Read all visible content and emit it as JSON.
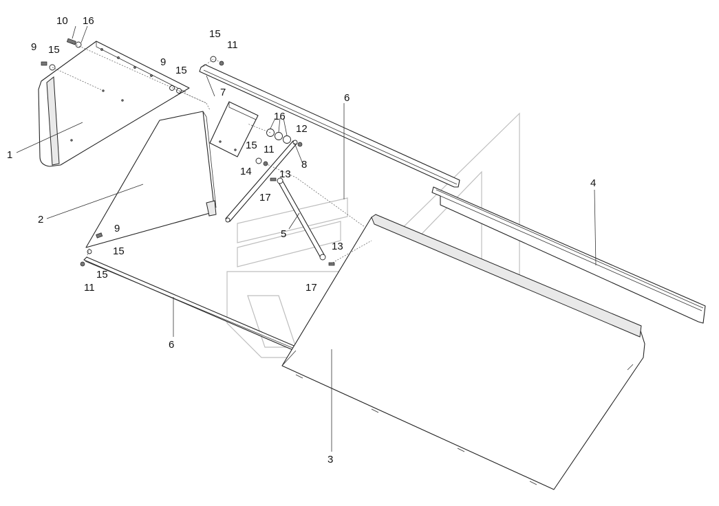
{
  "diagram": {
    "callouts": [
      {
        "id": "c10a",
        "label": "10"
      },
      {
        "id": "c16a",
        "label": "16"
      },
      {
        "id": "c9a",
        "label": "9"
      },
      {
        "id": "c15a",
        "label": "15"
      },
      {
        "id": "c9b",
        "label": "9"
      },
      {
        "id": "c15b",
        "label": "15"
      },
      {
        "id": "c15c",
        "label": "15"
      },
      {
        "id": "c11a",
        "label": "11"
      },
      {
        "id": "c6a",
        "label": "6"
      },
      {
        "id": "c7",
        "label": "7"
      },
      {
        "id": "c16b",
        "label": "16"
      },
      {
        "id": "c12",
        "label": "12"
      },
      {
        "id": "c15d",
        "label": "15"
      },
      {
        "id": "c11b",
        "label": "11"
      },
      {
        "id": "c8",
        "label": "8"
      },
      {
        "id": "c14",
        "label": "14"
      },
      {
        "id": "c13a",
        "label": "13"
      },
      {
        "id": "c17a",
        "label": "17"
      },
      {
        "id": "c1",
        "label": "1"
      },
      {
        "id": "c2",
        "label": "2"
      },
      {
        "id": "c4",
        "label": "4"
      },
      {
        "id": "c5",
        "label": "5"
      },
      {
        "id": "c9c",
        "label": "9"
      },
      {
        "id": "c15e",
        "label": "15"
      },
      {
        "id": "c15f",
        "label": "15"
      },
      {
        "id": "c11c",
        "label": "11"
      },
      {
        "id": "c13b",
        "label": "13"
      },
      {
        "id": "c17b",
        "label": "17"
      },
      {
        "id": "c6b",
        "label": "6"
      },
      {
        "id": "c3",
        "label": "3"
      }
    ]
  }
}
